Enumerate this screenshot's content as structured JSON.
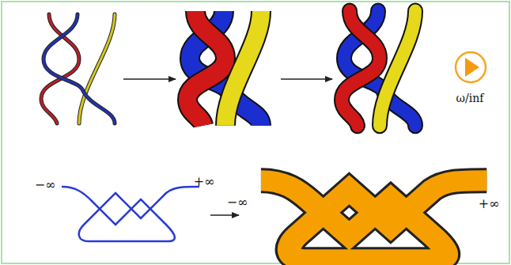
{
  "diagram": {
    "labels": [
      "ω/inf",
      "−∞",
      "+∞",
      "−∞",
      "+∞"
    ]
  }
}
